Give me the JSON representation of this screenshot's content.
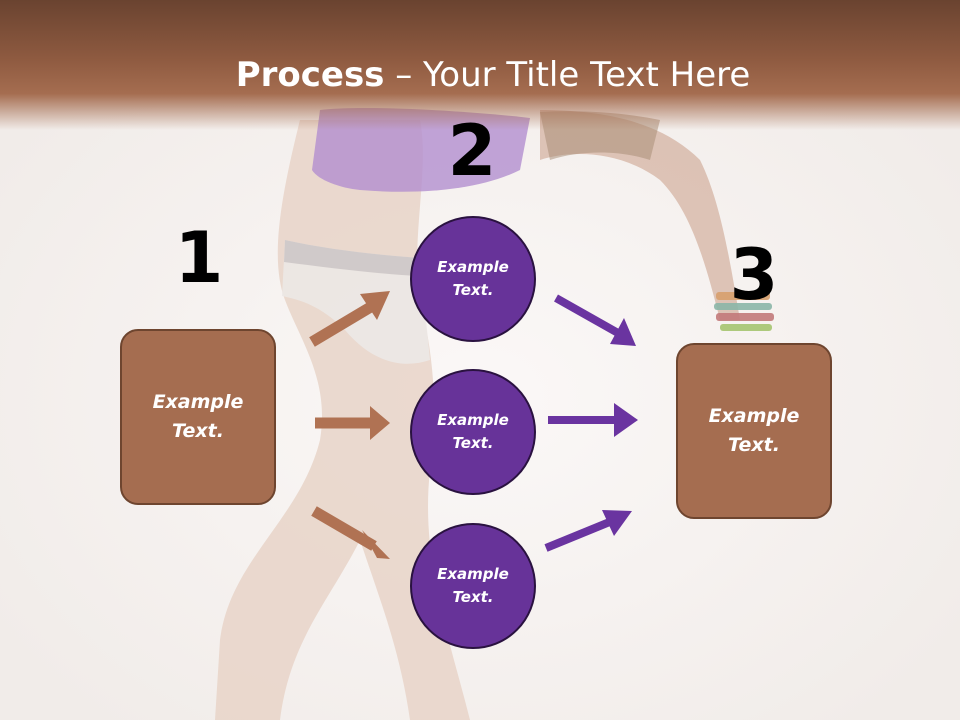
{
  "title": {
    "bold": "Process",
    "rest": " – Your Title Text Here"
  },
  "steps": {
    "one": "1",
    "two": "2",
    "three": "3"
  },
  "boxes": {
    "left": "Example Text.",
    "right": "Example Text."
  },
  "circles": {
    "top": "Example Text.",
    "middle": "Example Text.",
    "bottom": "Example Text."
  },
  "colors": {
    "title_band": "#8e5a40",
    "box_fill": "#a56d50",
    "box_border": "#6e452f",
    "circle_fill": "#673399",
    "brown_arrow": "#b07253",
    "purple_arrow": "#6a34a0"
  }
}
